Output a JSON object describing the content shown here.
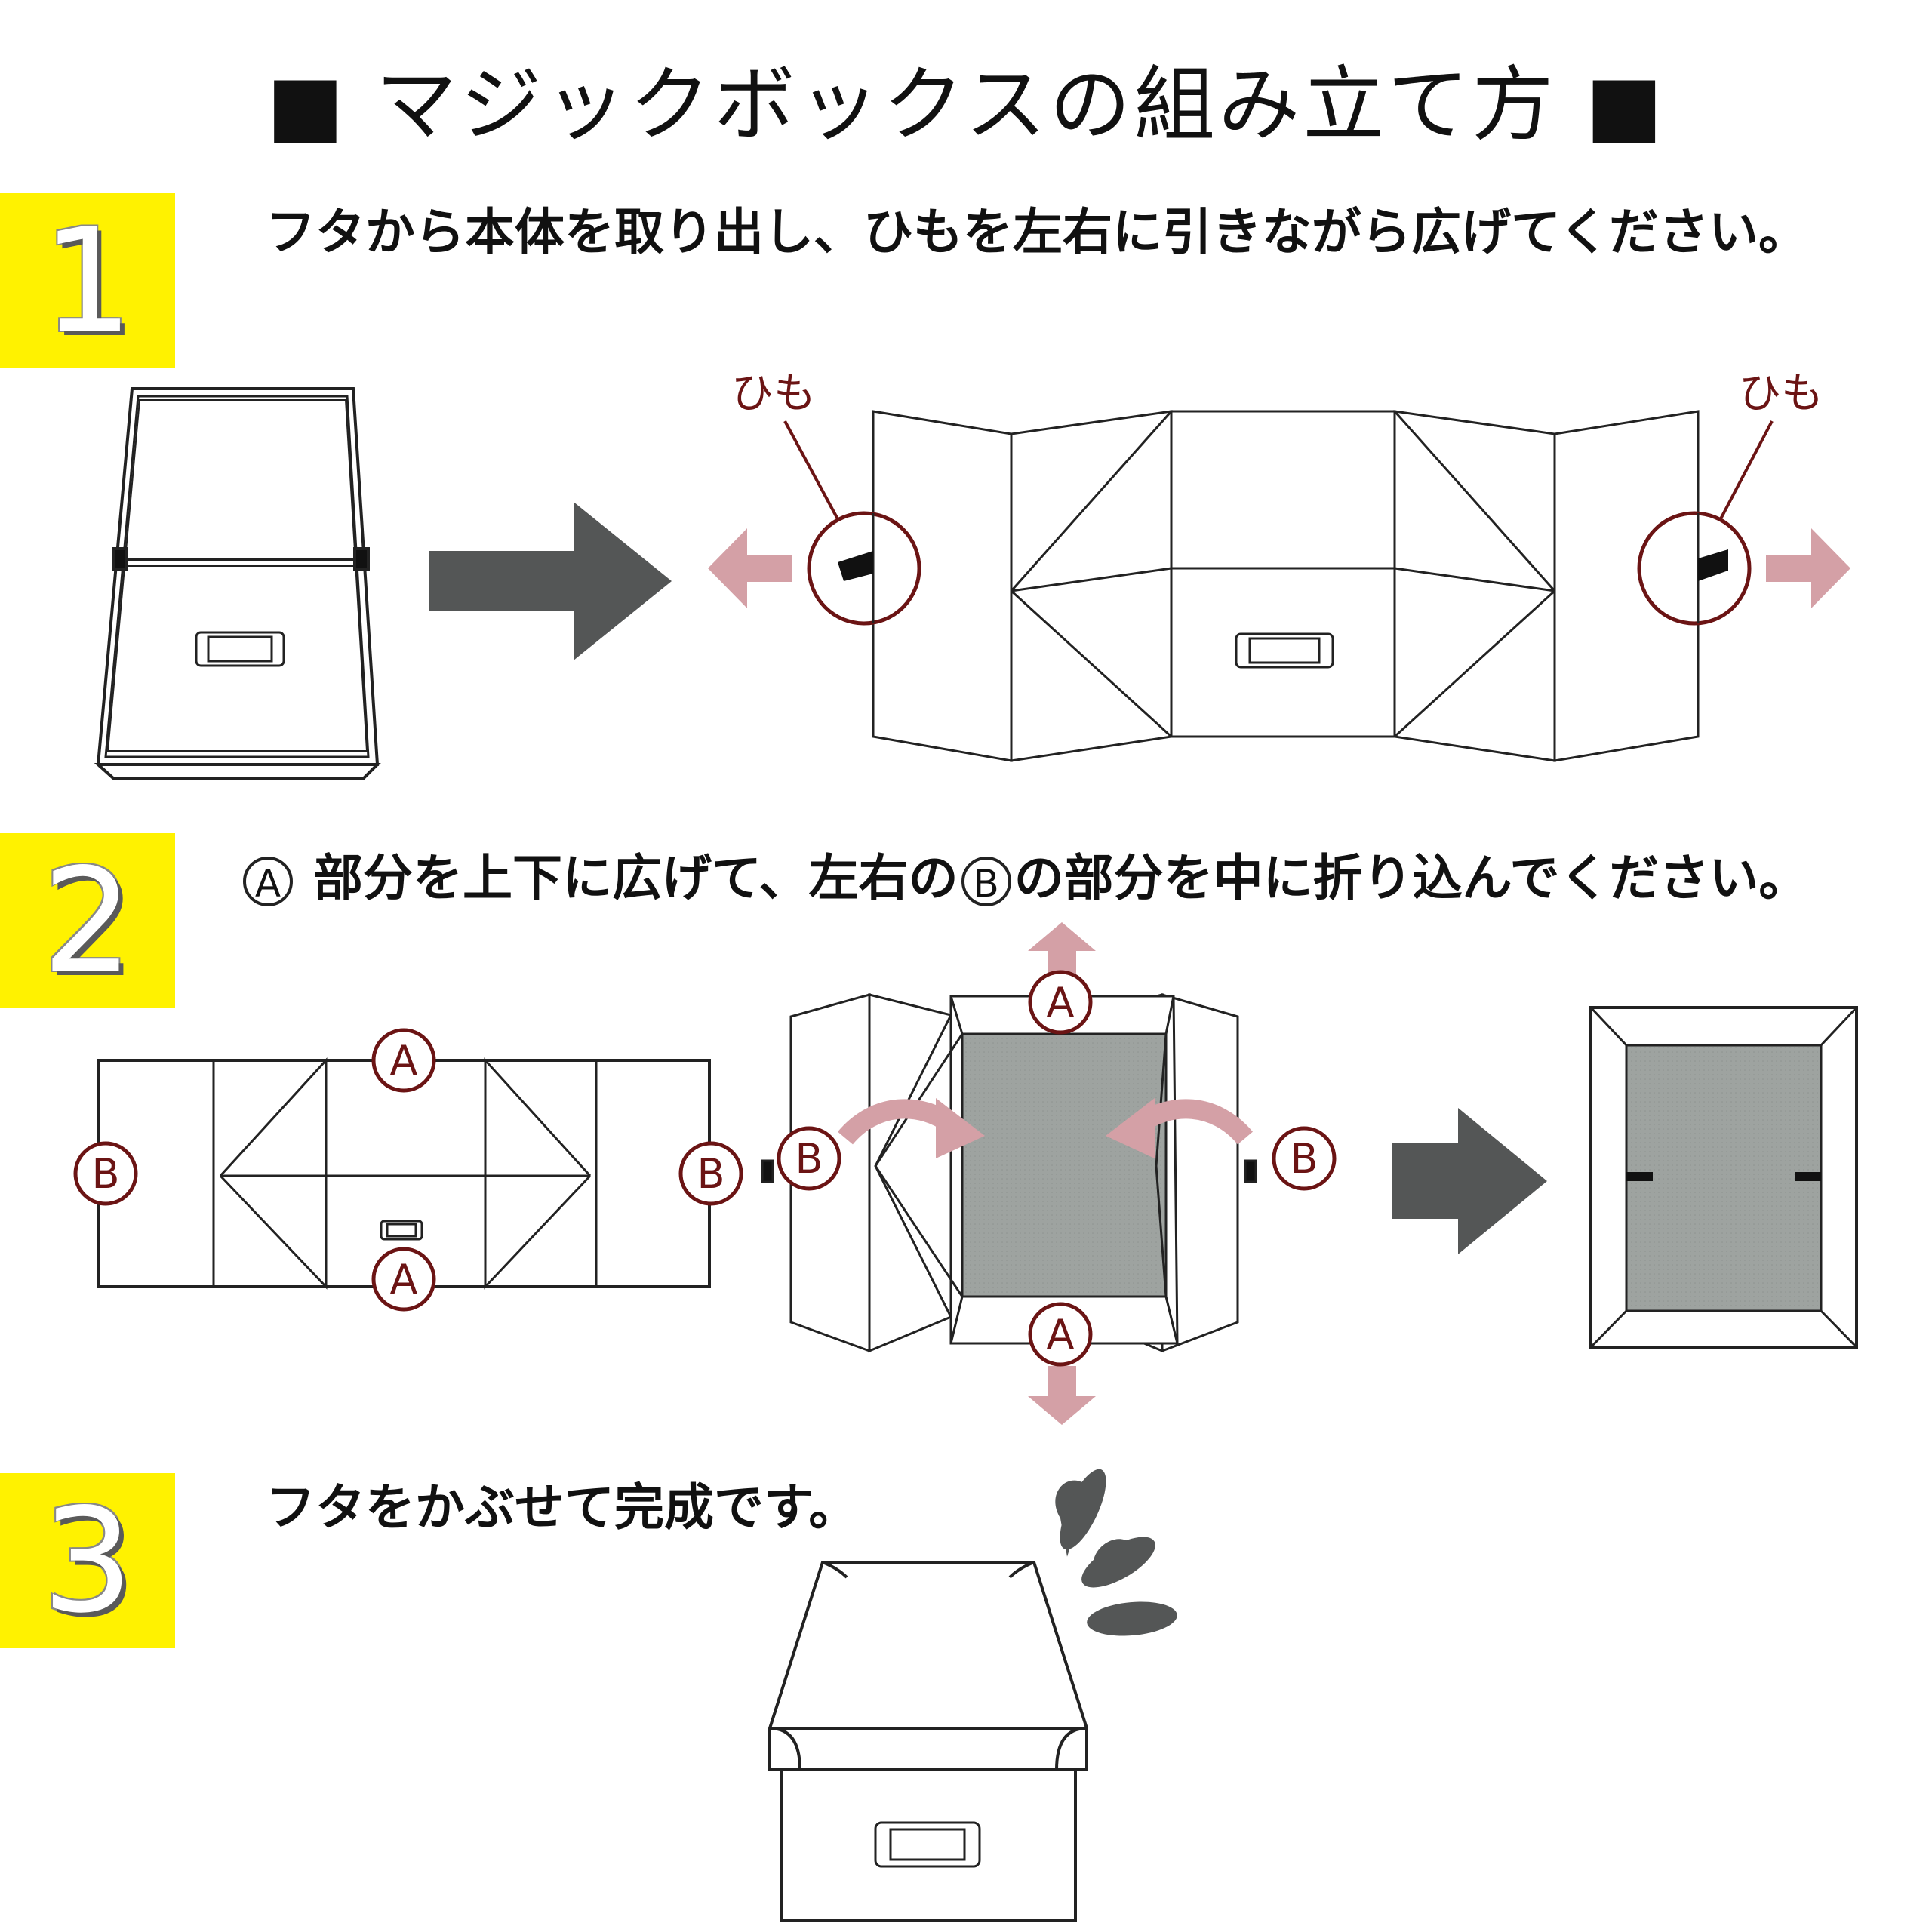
{
  "title": "■ マジックボックスの組み立て方 ■",
  "steps": [
    {
      "number": "1",
      "parts": [
        "フタから本体を取り出し、ひもを左右に引きながら広げてください。"
      ]
    },
    {
      "number": "2",
      "parts": [
        "A",
        " 部分を上下に広げて、左右の",
        "B",
        "の部分を中に折り込んでください。"
      ]
    },
    {
      "number": "3",
      "parts": [
        "フタをかぶせて完成です。"
      ]
    }
  ],
  "labels": {
    "string": "ひも",
    "a": "A",
    "b": "B"
  },
  "colors": {
    "badge": "#fff200",
    "label_ring": "#6b1414",
    "pink_arrow": "#d4a0a6",
    "dark_arrow": "#545656",
    "gray_fill": "#9ea3a0"
  }
}
